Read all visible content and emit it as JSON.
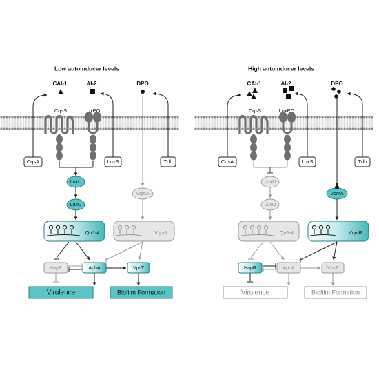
{
  "panels": [
    {
      "id": "low",
      "title": "Low autoinducer levels",
      "autoinducers": {
        "cai1": "CAI-1",
        "ai2": "AI-2",
        "dpo": "DPO"
      },
      "receptors": {
        "cqss": "CqsS",
        "luxpq": "LuxPQ"
      },
      "synthases": {
        "cqsa": "CqsA",
        "luxs": "LuxS",
        "tdh": "Tdh"
      },
      "proteins": {
        "luxu": "LuxU",
        "luxo": "LuxO",
        "vqma": "VqmA",
        "qrr": "Qrr1-4",
        "vqmr": "VqmR",
        "hapr": "HapR",
        "apha": "AphA",
        "vpst": "VpsT"
      },
      "outputs": {
        "virulence": "Virulence",
        "biofilm": "Biofilm Formation"
      },
      "active": {
        "luxu": true,
        "luxo": true,
        "vqma": false,
        "qrr": true,
        "vqmr": false,
        "hapr": false,
        "apha": true,
        "vpst": true,
        "virulence": true,
        "biofilm": true
      }
    },
    {
      "id": "high",
      "title": "High autoinducer levels",
      "autoinducers": {
        "cai1": "CAI-1",
        "ai2": "AI-2",
        "dpo": "DPO"
      },
      "receptors": {
        "cqss": "CqsS",
        "luxpq": "LuxPQ"
      },
      "synthases": {
        "cqsa": "CqsA",
        "luxs": "LuxS",
        "tdh": "Tdh"
      },
      "proteins": {
        "luxu": "LuxU",
        "luxo": "LuxO",
        "vqma": "VqmA",
        "qrr": "Qrr1-4",
        "vqmr": "VqmR",
        "hapr": "HapR",
        "apha": "AphA",
        "vpst": "VpsT"
      },
      "outputs": {
        "virulence": "Virulence",
        "biofilm": "Biofilm Formation"
      },
      "active": {
        "luxu": false,
        "luxo": false,
        "vqma": true,
        "qrr": false,
        "vqmr": true,
        "hapr": true,
        "apha": false,
        "vpst": false,
        "virulence": false,
        "biofilm": false
      }
    }
  ],
  "colors": {
    "active_fill": "#5cc3c6",
    "active_fill_light": "#c4eced",
    "inactive_fill": "#e6e6e6",
    "inactive_stroke": "#9a9a9a",
    "inactive_text": "#8a8a8a",
    "membrane": "#8a8a8a",
    "receptor": "#6f6f6f"
  }
}
